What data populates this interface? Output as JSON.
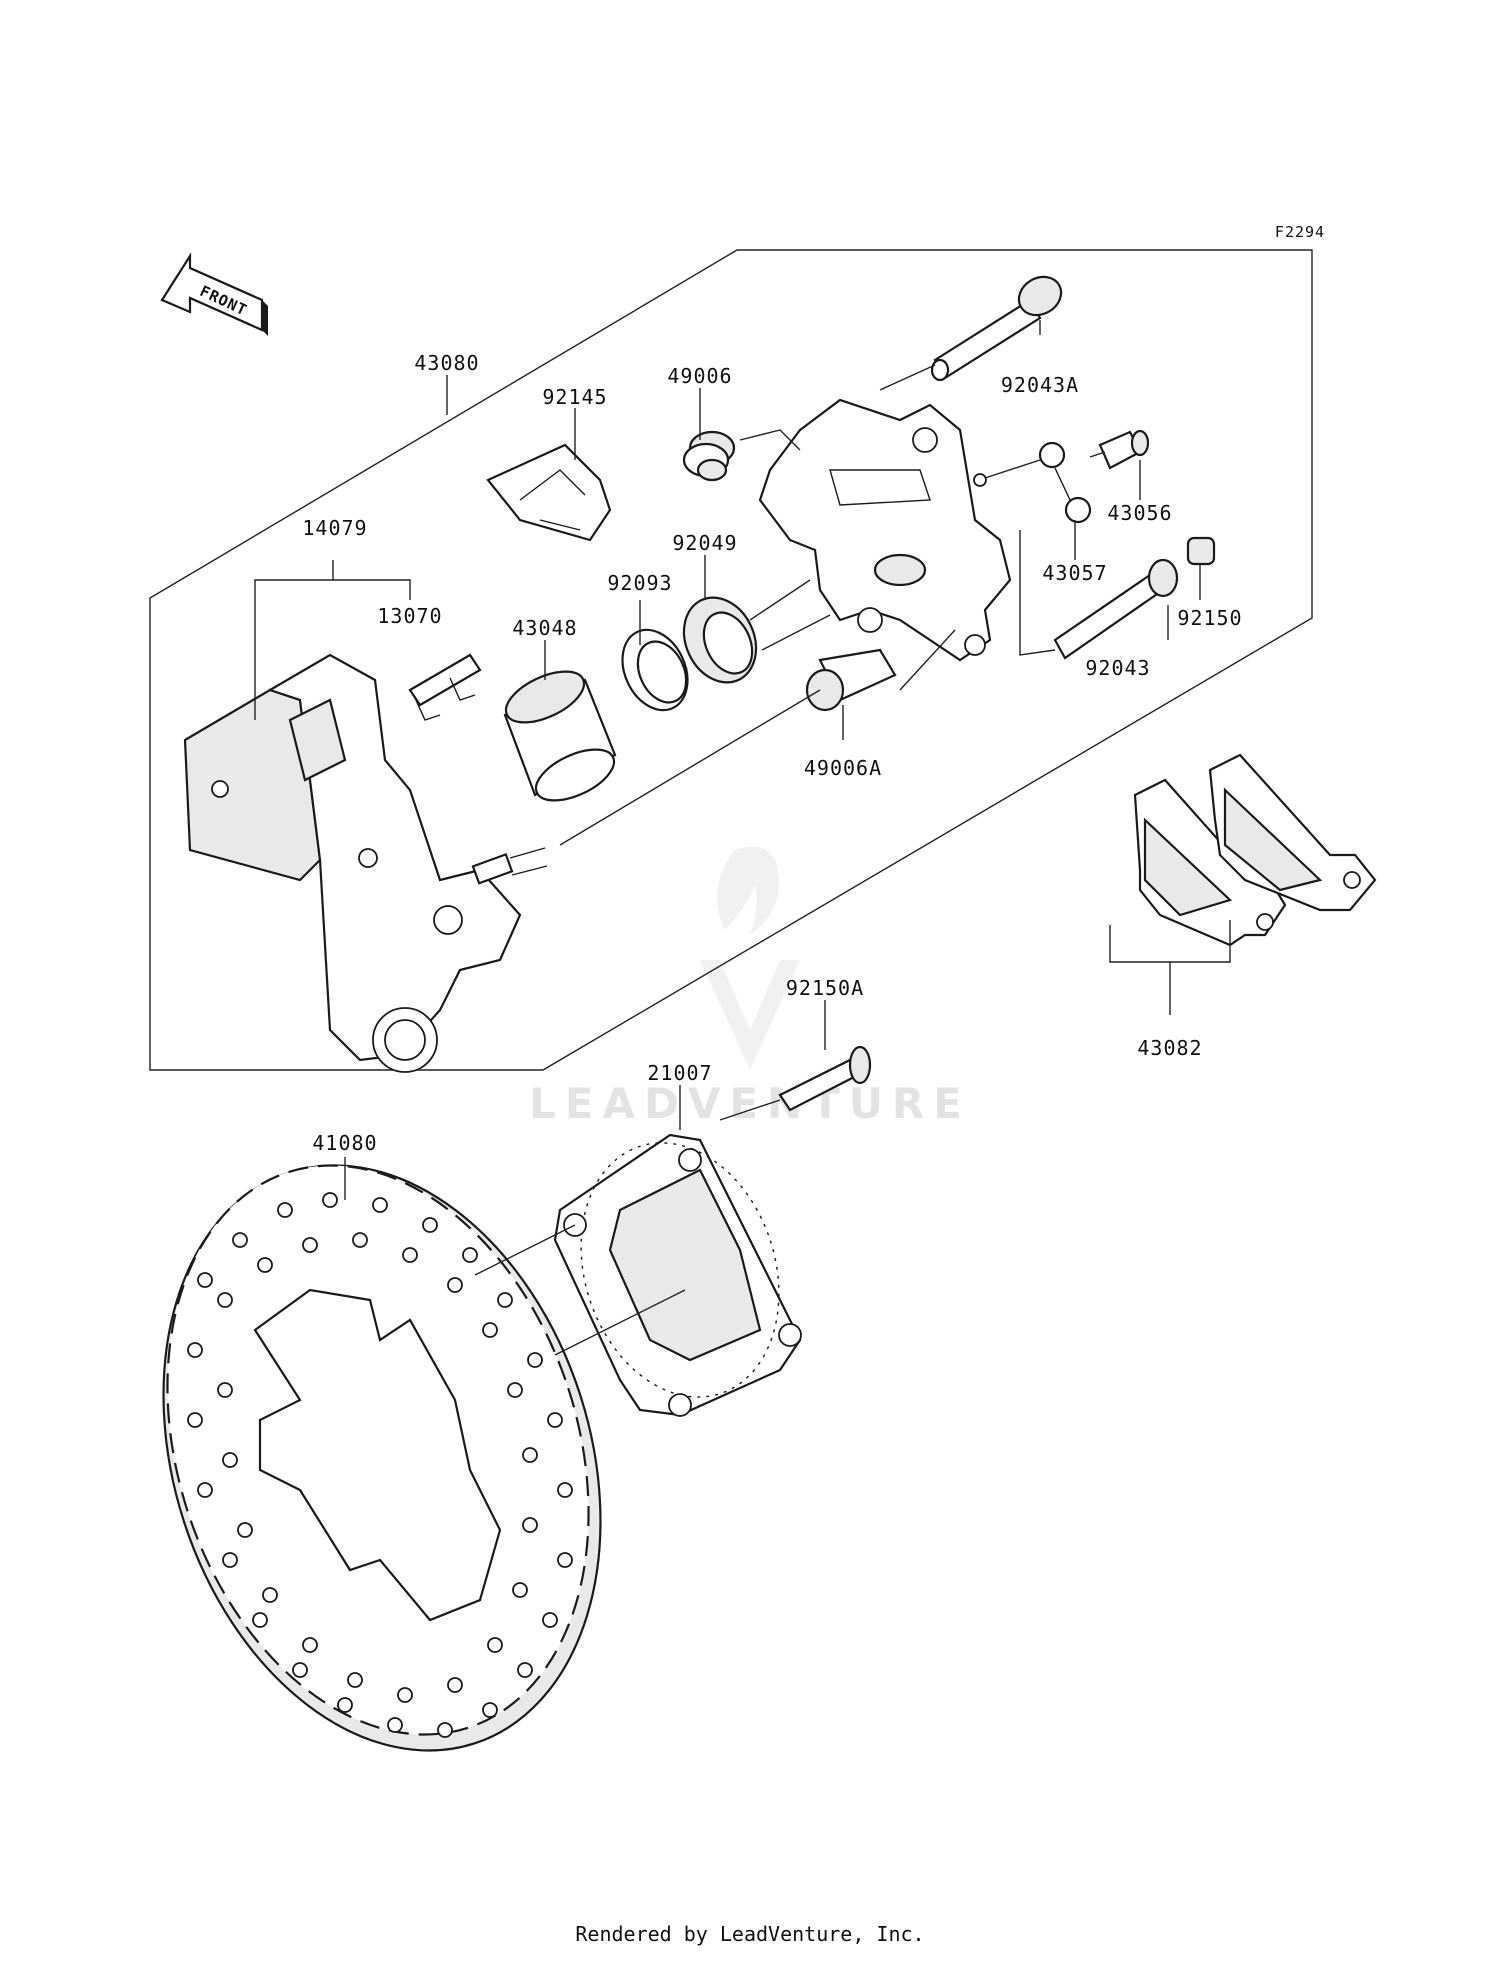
{
  "diagram_code": "F2294",
  "front_arrow_label": "FRONT",
  "watermark": "LEADVENTURE",
  "footer": "Rendered by LeadVenture, Inc.",
  "callouts": {
    "c43080": "43080",
    "c92145": "92145",
    "c49006": "49006",
    "c92043A": "92043A",
    "c43056": "43056",
    "c43057": "43057",
    "c92150": "92150",
    "c92043": "92043",
    "c14079": "14079",
    "c13070": "13070",
    "c43048": "43048",
    "c92093": "92093",
    "c92049": "92049",
    "c49006A": "49006A",
    "c43082": "43082",
    "c92150A": "92150A",
    "c21007": "21007",
    "c41080": "41080"
  }
}
